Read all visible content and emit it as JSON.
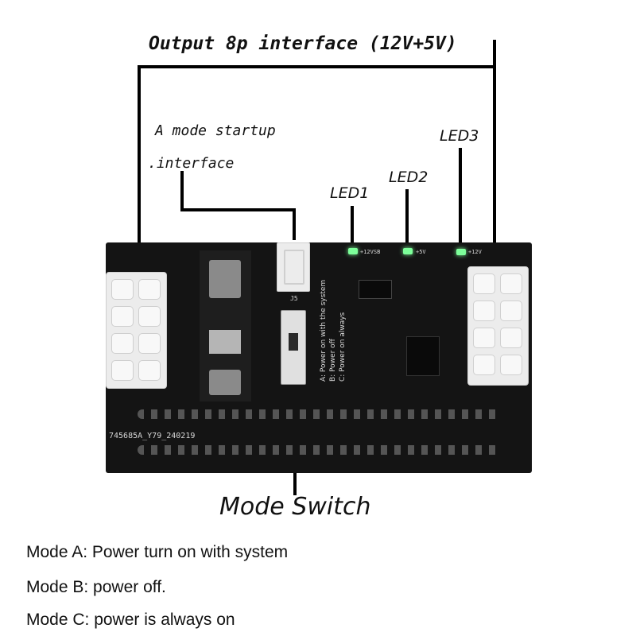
{
  "callouts": {
    "output_interface": "Output 8p interface (12V+5V)",
    "startup_line1": "A mode startup",
    "startup_line2": ".interface",
    "led1": "LED1",
    "led2": "LED2",
    "led3": "LED3",
    "mode_switch": "Mode Switch"
  },
  "board_silkscreen": {
    "line1": "A: Power on with the system",
    "line2": "B: Power off",
    "line3": "C: Power on always",
    "serial": "745685A_Y79_240219",
    "j5": "J5",
    "led_labels": [
      "+12VSB",
      "+5V",
      "+12V"
    ]
  },
  "modes": [
    {
      "text": "Mode A: Power turn on with system"
    },
    {
      "text": "Mode B: power off."
    },
    {
      "text": "Mode C: power is always on"
    }
  ],
  "colors": {
    "board": "#141414",
    "connector": "#ececec",
    "led": "#7dff9a"
  }
}
